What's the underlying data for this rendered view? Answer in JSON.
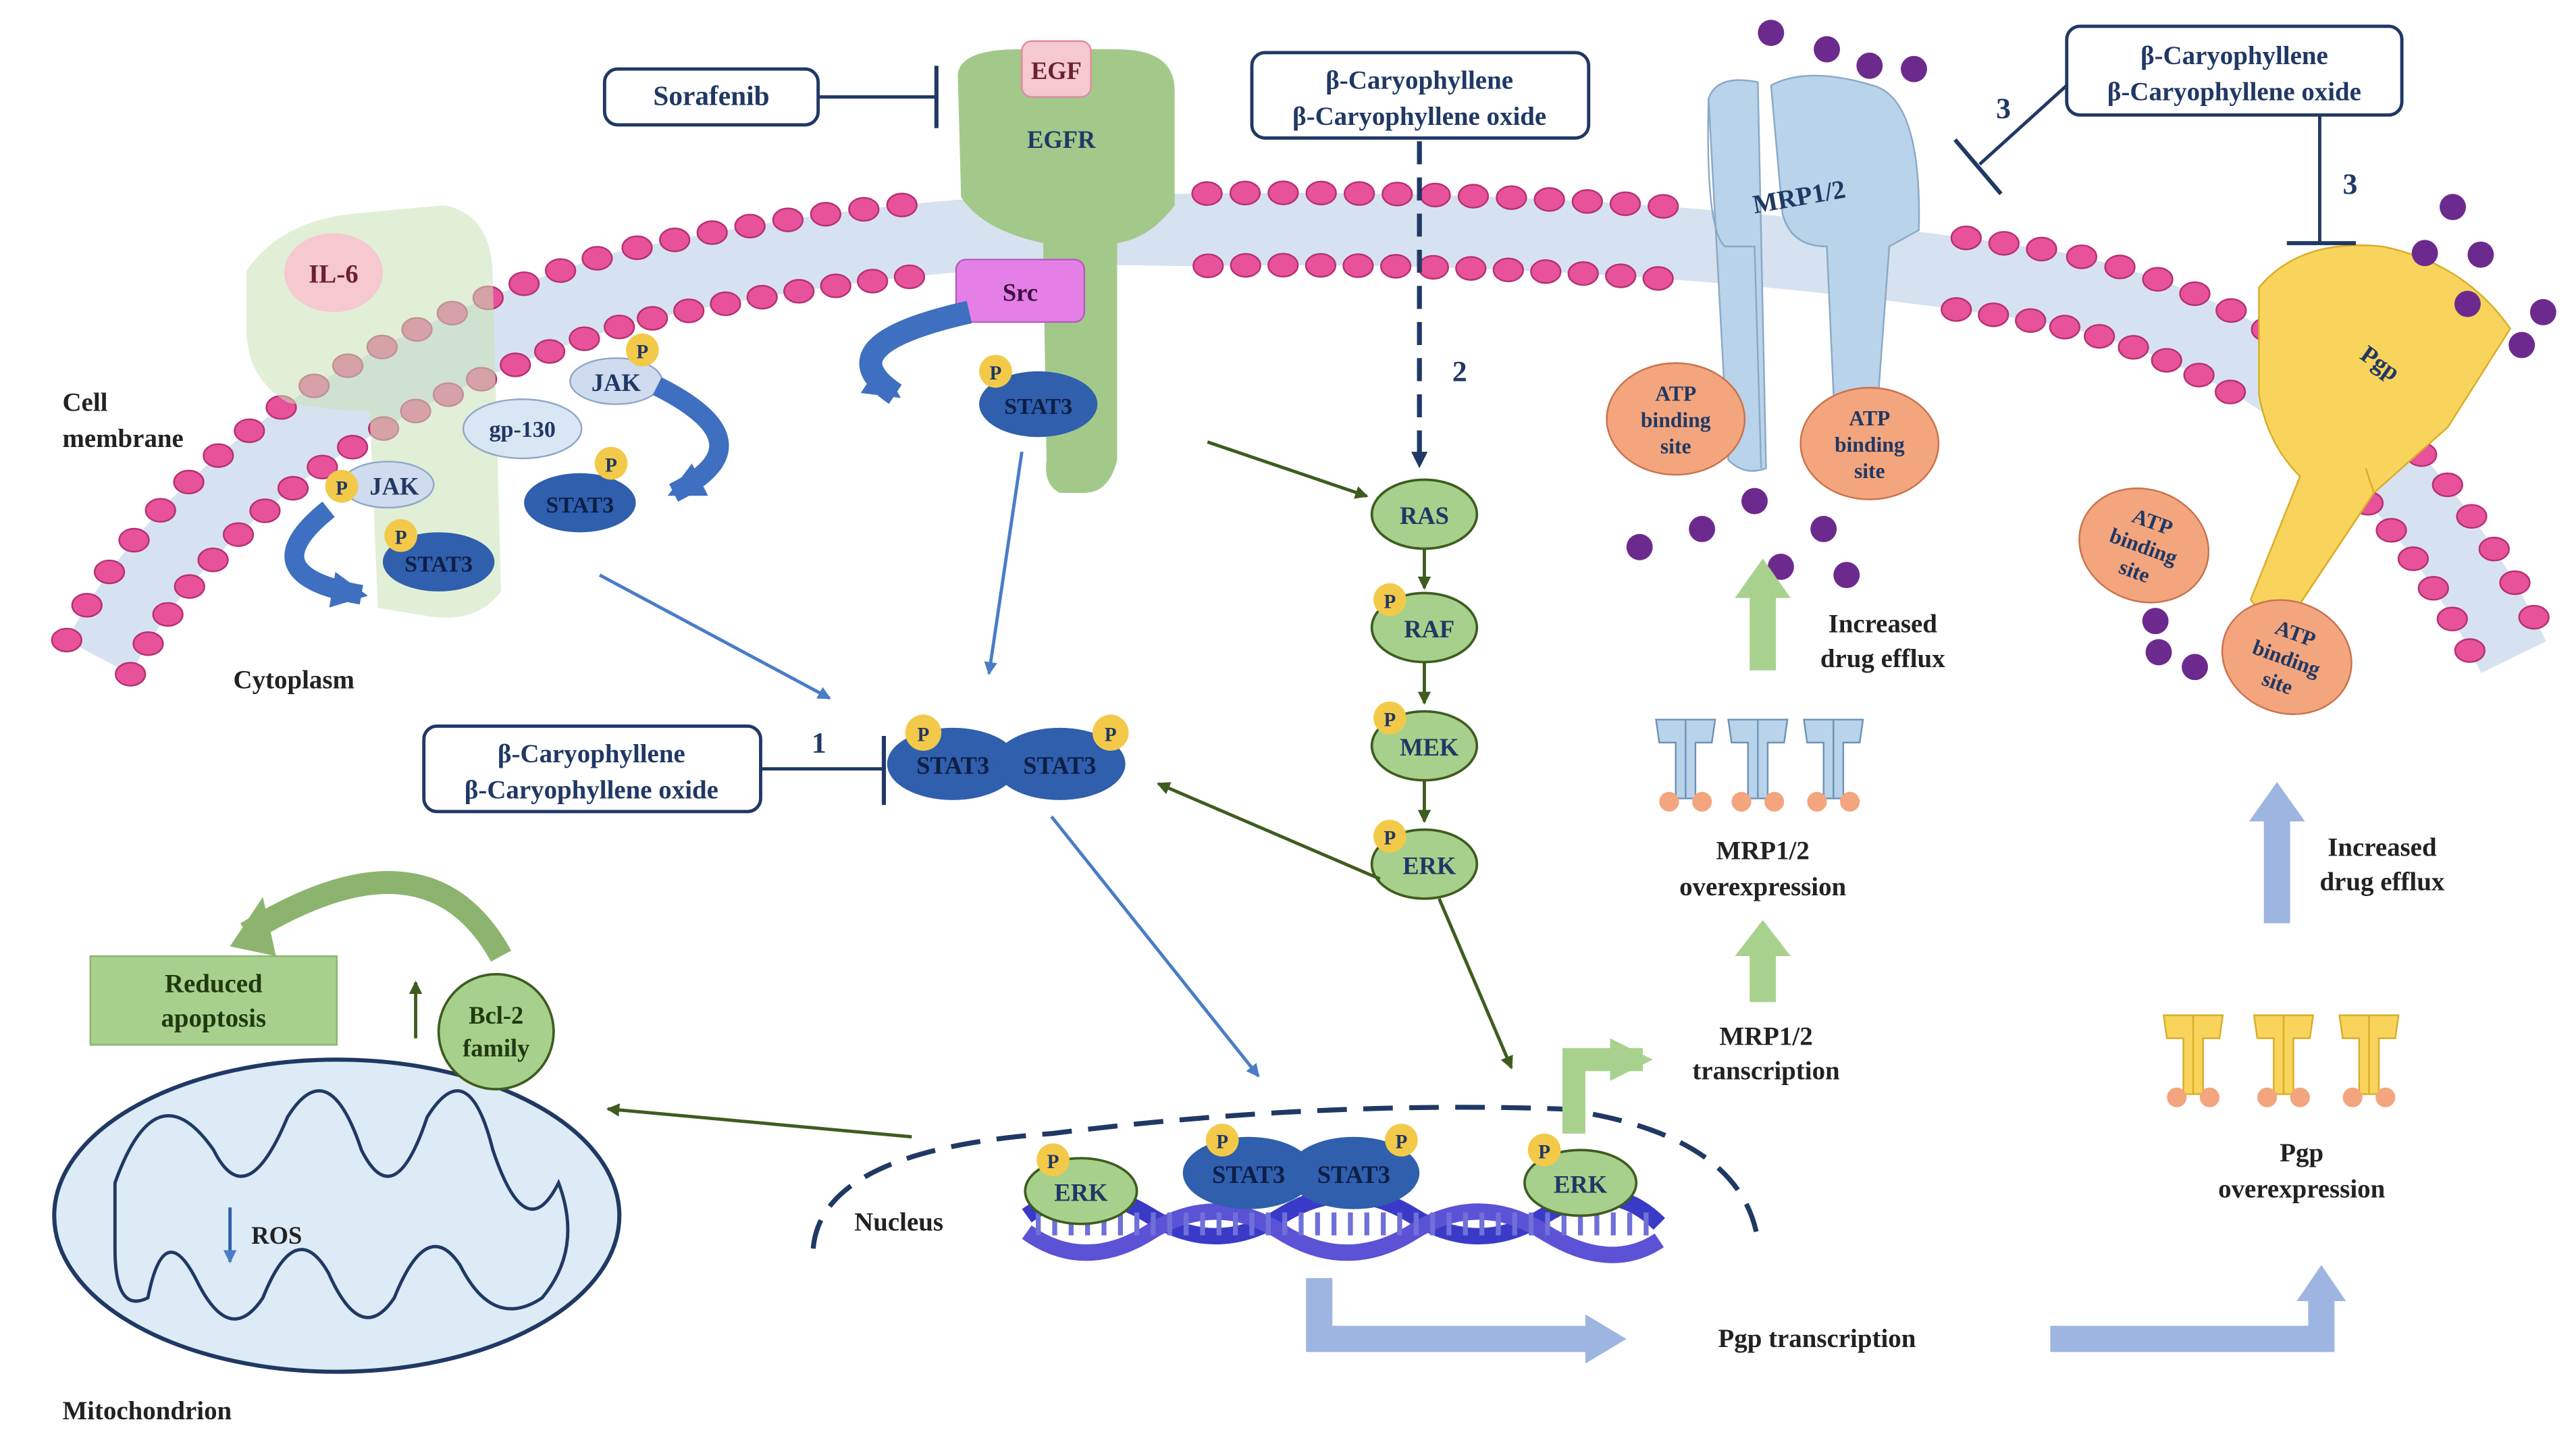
{
  "inhibitor_boxes": {
    "sorafenib": "Sorafenib",
    "path2": [
      "β-Caryophyllene",
      "β-Caryophyllene oxide"
    ],
    "path3": [
      "β-Caryophyllene",
      "β-Caryophyllene oxide"
    ],
    "path1": [
      "β-Caryophyllene",
      "β-Caryophyllene oxide"
    ]
  },
  "step_numbers": {
    "one": "1",
    "two": "2",
    "three_a": "3",
    "three_b": "3"
  },
  "labels": {
    "cell_membrane": [
      "Cell",
      "membrane"
    ],
    "cytoplasm": "Cytoplasm",
    "nucleus": "Nucleus",
    "mitochondrion": "Mitochondrion",
    "ros": "ROS",
    "reduced_apoptosis": [
      "Reduced",
      "apoptosis"
    ],
    "bcl2": [
      "Bcl-2",
      "family"
    ],
    "increased_efflux_mrp": [
      "Increased",
      "drug efflux"
    ],
    "increased_efflux_pgp": [
      "Increased",
      "drug efflux"
    ],
    "mrp_overexpression": [
      "MRP1/2",
      "overexpression"
    ],
    "mrp_transcription": [
      "MRP1/2",
      "transcription"
    ],
    "pgp_overexpression": [
      "Pgp",
      "overexpression"
    ],
    "pgp_transcription": "Pgp transcription"
  },
  "proteins": {
    "egf": "EGF",
    "egfr": "EGFR",
    "src": "Src",
    "il6": "IL-6",
    "gp130": "gp-130",
    "jak": "JAK",
    "stat3": "STAT3",
    "phospho": "P",
    "ras": "RAS",
    "raf": "RAF",
    "mek": "MEK",
    "erk": "ERK",
    "mrp": "MRP1/2",
    "pgp": "Pgp",
    "atp_site": [
      "ATP",
      "binding",
      "site"
    ]
  },
  "colors": {
    "membrane_head": "#e8529a",
    "membrane_band": "#d6e2ef",
    "egfr_green": "#a2c98a",
    "pathway_green": "#a7d08c",
    "dark_green": "#3e5c1f",
    "stat3_blue": "#2f5fad",
    "arrow_blue": "#4a7cc7",
    "navy": "#203864",
    "phospho_yellow": "#f3c949",
    "src_pink": "#e57fe8",
    "mrp_blue": "#b8d3ea",
    "pgp_yellow": "#f8d45c",
    "atp_orange": "#f3a57d",
    "drug_purple": "#6d2a8e",
    "light_green_arrow": "#a9d18e",
    "light_blue_arrow": "#9db5e0"
  },
  "icons": [
    "t-bar-inhibition-icon",
    "arrow-icon",
    "dna-helix-icon",
    "phosphate-icon",
    "drug-molecule-icon"
  ]
}
